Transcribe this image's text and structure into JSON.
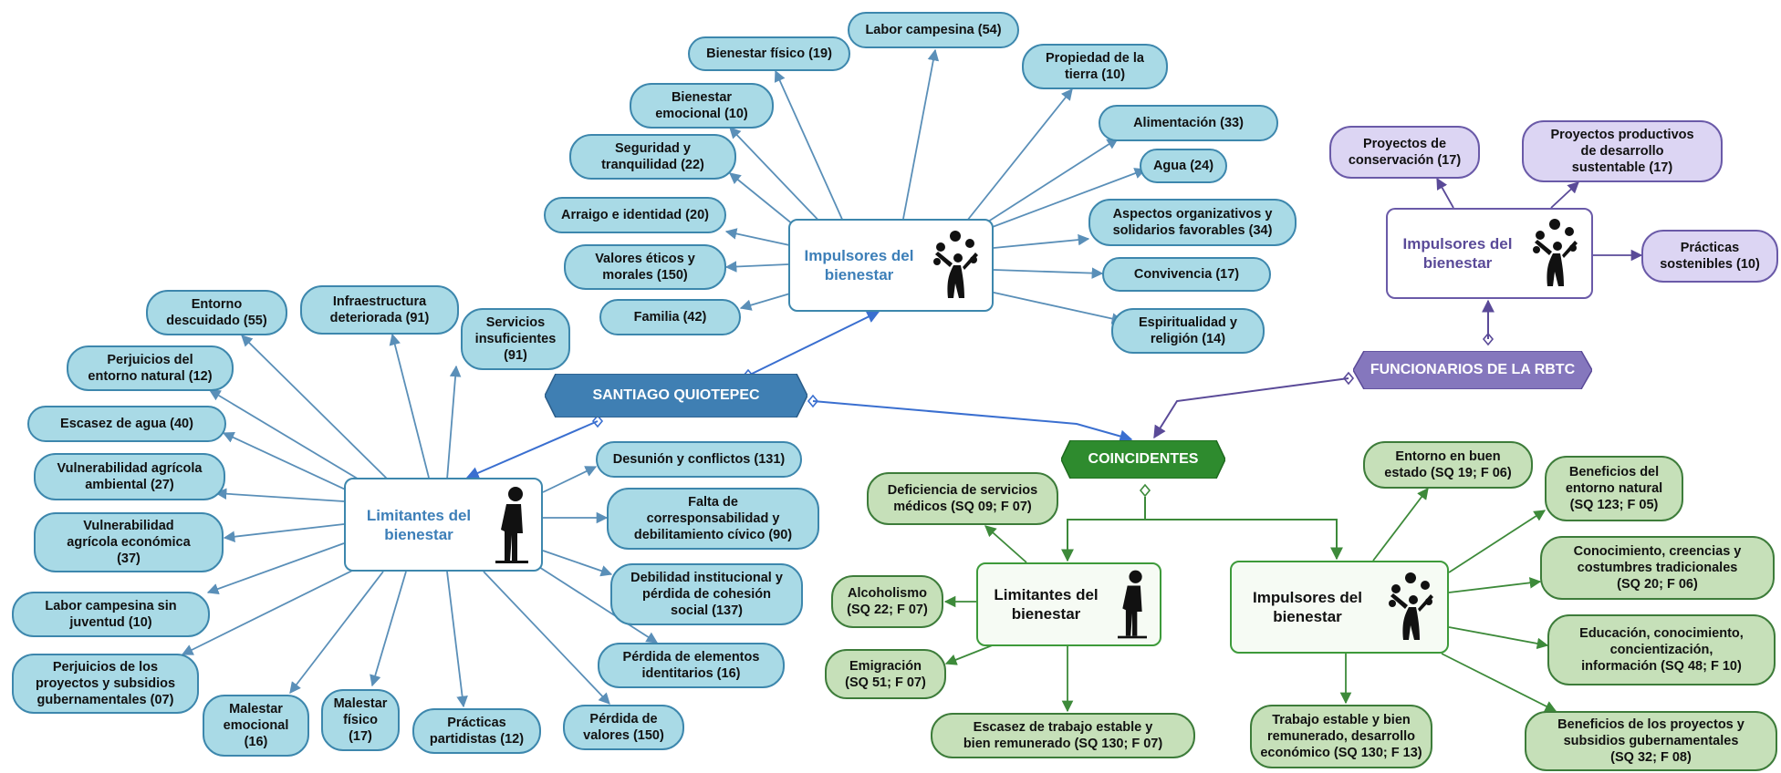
{
  "banners": {
    "santiago": "SANTIAGO QUIOTEPEC",
    "coincidentes": "COINCIDENTES",
    "funcionarios": "FUNCIONARIOS DE LA RBTC"
  },
  "hubs": {
    "impulsores_top": "Impulsores del\nbienestar",
    "limitantes_left": "Limitantes del\nbienestar",
    "impulsores_right": "Impulsores del\nbienestar",
    "limitantes_green": "Limitantes del\nbienestar",
    "impulsores_green": "Impulsores del\nbienestar"
  },
  "impulsores_top_nodes": [
    "Labor campesina (54)",
    "Bienestar físico (19)",
    "Propiedad de la\ntierra (10)",
    "Bienestar\nemocional (10)",
    "Alimentación (33)",
    "Seguridad y\ntranquilidad (22)",
    "Agua (24)",
    "Arraigo e identidad (20)",
    "Aspectos organizativos y\nsolidarios favorables (34)",
    "Valores éticos y\nmorales (150)",
    "Convivencia (17)",
    "Familia (42)",
    "Espiritualidad y\nreligión (14)"
  ],
  "limitantes_left_nodes": [
    "Entorno\ndescuidado (55)",
    "Infraestructura\ndeteriorada (91)",
    "Servicios\ninsuficientes\n(91)",
    "Perjuicios del\nentorno natural (12)",
    "Escasez de agua (40)",
    "Vulnerabilidad agrícola\nambiental (27)",
    "Vulnerabilidad\nagrícola económica\n(37)",
    "Labor campesina sin\njuventud (10)",
    "Perjuicios de los\nproyectos y subsidios\ngubernamentales (07)",
    "Malestar\nemocional\n(16)",
    "Malestar\nfísico\n(17)",
    "Prácticas\npartidistas (12)",
    "Pérdida de\nvalores  (150)",
    "Pérdida de elementos\nidentitarios (16)",
    "Debilidad institucional y\npérdida de cohesión\nsocial (137)",
    "Falta de\ncorresponsabilidad y\ndebilitamiento cívico (90)",
    "Desunión y conflictos (131)"
  ],
  "rbtc_nodes": [
    "Proyectos de\nconservación (17)",
    "Proyectos productivos\nde desarrollo\nsustentable (17)",
    "Prácticas\nsostenibles (10)"
  ],
  "coinc_limitantes_nodes": [
    "Deficiencia de servicios\nmédicos (SQ 09; F 07)",
    "Alcoholismo\n(SQ 22; F 07)",
    "Emigración\n(SQ 51; F 07)",
    "Escasez de trabajo estable y\nbien remunerado (SQ 130; F 07)"
  ],
  "coinc_impulsores_nodes": [
    "Entorno en buen\nestado (SQ 19; F 06)",
    "Beneficios del\nentorno natural\n(SQ 123; F 05)",
    "Conocimiento, creencias y\ncostumbres tradicionales\n(SQ 20; F 06)",
    "Educación, conocimiento,\nconcientización,\ninformación (SQ 48; F 10)",
    "Beneficios de los proyectos y\nsubsidios gubernamentales\n(SQ 32; F 08)",
    "Trabajo estable y bien\nremunerado, desarrollo\neconómico (SQ 130; F 13)"
  ],
  "colors": {
    "blue_line": "#5a8fb8",
    "blue_fill": "#a9dae6",
    "green_line": "#3d8a3a",
    "green_fill": "#c6e0b9",
    "purple_line": "#5a4a98",
    "purple_fill": "#dcd5f3",
    "banner_blue": "#3f7fb3",
    "banner_green": "#2e8b2e",
    "banner_purple": "#8577bd"
  },
  "icons": {
    "impulsores": "person-with-tree-icon",
    "limitantes": "sad-person-icon"
  }
}
